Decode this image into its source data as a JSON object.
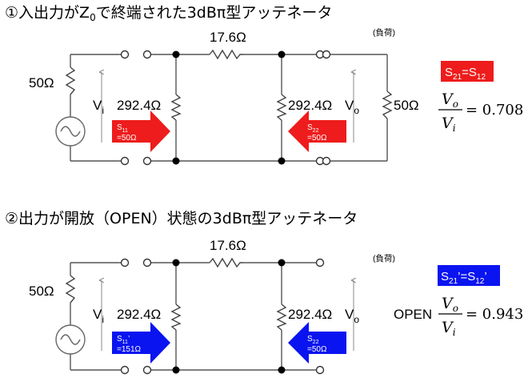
{
  "sec1": {
    "title_prefix": "①入出力が",
    "title_z": "Z",
    "title_z_sub": "0",
    "title_suffix": "で終端された3dBπ型アッテネータ",
    "series_r": "17.6Ω",
    "load_note": "(負荷)",
    "source_r": "50Ω",
    "vi": "V",
    "vi_sub": "i",
    "shunt_left": "292.4Ω",
    "shunt_right": "292.4Ω",
    "vo": "V",
    "vo_sub": "o",
    "load_r": "50Ω",
    "arrow_left_a": "S",
    "arrow_left_a_sub": "11",
    "arrow_left_b": "=50Ω",
    "arrow_right_a": "S",
    "arrow_right_a_sub": "22",
    "arrow_right_b": "=50Ω",
    "badge_a": "S",
    "badge_a_sub": "21",
    "badge_mid": "=S",
    "badge_b_sub": "12",
    "formula_num": "V",
    "formula_num_sub": "o",
    "formula_den": "V",
    "formula_den_sub": "i",
    "formula_value": "= 0.708"
  },
  "sec2": {
    "title": "②出力が開放（OPEN）状態の3dBπ型アッテネータ",
    "series_r": "17.6Ω",
    "load_note": "(負荷)",
    "source_r": "50Ω",
    "vi": "V",
    "vi_sub": "i",
    "shunt_left": "292.4Ω",
    "shunt_right": "292.4Ω",
    "vo": "V",
    "vo_sub": "o",
    "arrow_left_a": "S",
    "arrow_left_a_sub": "11",
    "arrow_left_prime": "’",
    "arrow_left_b": "=151Ω",
    "arrow_right_a": "S",
    "arrow_right_a_sub": "22",
    "arrow_right_b": "=50Ω",
    "badge_a": "S",
    "badge_a_sub": "21",
    "badge_mid": "’=S",
    "badge_b_sub": "12",
    "badge_end": "’",
    "open_label": "OPEN",
    "formula_num": "V",
    "formula_num_sub": "o",
    "formula_den": "V",
    "formula_den_sub": "i",
    "formula_value": "= 0.943"
  },
  "colors": {
    "red": "#ee1c1c",
    "blue": "#0a14f0",
    "wire": "#555555"
  }
}
